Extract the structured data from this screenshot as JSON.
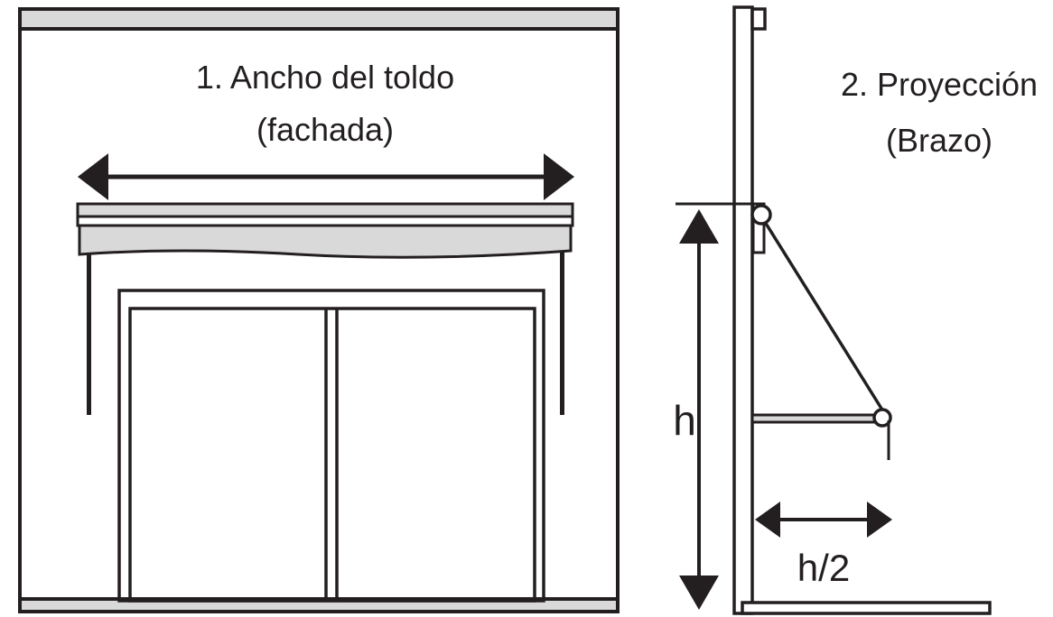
{
  "front_view": {
    "title_line1": "1. Ancho del toldo",
    "title_line2": "(fachada)"
  },
  "side_view": {
    "title_line1": "2. Proyección",
    "title_line2": "(Brazo)",
    "height_label": "h",
    "projection_label": "h/2"
  },
  "colors": {
    "line": "#231f20",
    "fill_light": "#d9d9d9",
    "background": "#ffffff"
  }
}
